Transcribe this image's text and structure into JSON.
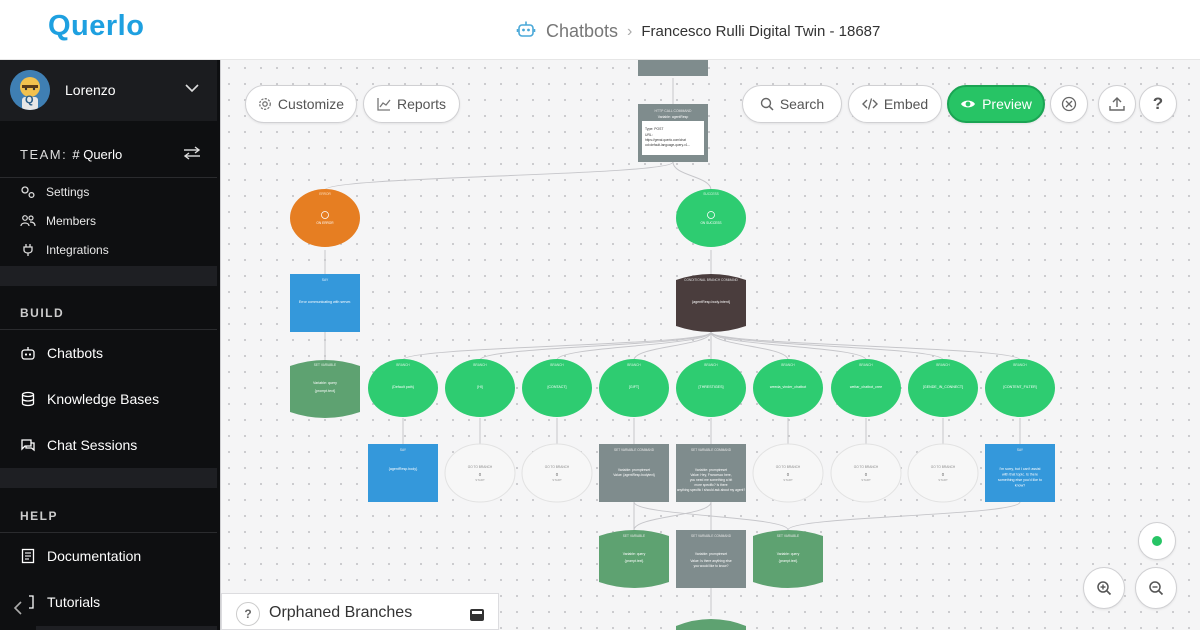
{
  "app": {
    "logo": "Querlo"
  },
  "breadcrumb": {
    "root": "Chatbots",
    "current": "Francesco Rulli Digital Twin - 18687"
  },
  "sidebar": {
    "user": {
      "name": "Lorenzo",
      "avatar_initial": "Q"
    },
    "team": {
      "label": "TEAM:",
      "name": "# Querlo"
    },
    "team_links": [
      {
        "label": "Settings",
        "icon": "gears-icon"
      },
      {
        "label": "Members",
        "icon": "people-icon"
      },
      {
        "label": "Integrations",
        "icon": "plug-icon"
      }
    ],
    "build": {
      "heading": "BUILD",
      "items": [
        {
          "label": "Chatbots",
          "icon": "robot-icon"
        },
        {
          "label": "Knowledge Bases",
          "icon": "database-icon"
        },
        {
          "label": "Chat Sessions",
          "icon": "chat-icon"
        }
      ]
    },
    "help": {
      "heading": "HELP",
      "items": [
        {
          "label": "Documentation",
          "icon": "book-icon"
        },
        {
          "label": "Tutorials",
          "icon": "bracket-icon"
        }
      ]
    }
  },
  "toolbar": {
    "customize": "Customize",
    "reports": "Reports",
    "search": "Search",
    "embed": "Embed",
    "preview": "Preview",
    "help": "?"
  },
  "orphaned": {
    "label": "Orphaned Branches",
    "help": "?"
  },
  "colors": {
    "brand": "#1ea0e0",
    "preview": "#27c465",
    "node_green": "#2ecc71",
    "node_orange": "#e67e22",
    "node_blue": "#3498db",
    "node_gray": "#7f8c8d",
    "node_dark": "#4a3d3d",
    "node_sage": "#5ea271",
    "node_white": "#f7f7f7"
  },
  "flow": {
    "http_node": {
      "header": "HTTP CALL COMMAND",
      "variable": "Variable: agentResp",
      "type_line": "Type: POST",
      "url_label": "URL:",
      "url": "https://genai.querlo.com/chat",
      "url2": "od=default-language-query-v1..."
    },
    "error_circle": {
      "header": "ERROR",
      "caption": "ON ERROR"
    },
    "success_circle": {
      "header": "SUCCESS",
      "caption": "ON SUCCESS"
    },
    "error_say": {
      "header": "SAY",
      "text": "Error communicating with server."
    },
    "dark_node": {
      "header": "CONDITIONAL BRANCH COMMAND",
      "text": "{agentResp.body.intent}"
    },
    "left_store": {
      "header": "SET VARIABLE",
      "l1": "Variable: query",
      "l2": "{prompt.text}"
    },
    "branches": [
      {
        "header": "BRANCH",
        "text": "{Default path}"
      },
      {
        "header": "BRANCH",
        "text": "[HI]"
      },
      {
        "header": "BRANCH",
        "text": "[CONTACT]"
      },
      {
        "header": "BRANCH",
        "text": "[GIFT]"
      },
      {
        "header": "BRANCH",
        "text": "[THRESTIGES]"
      },
      {
        "header": "BRANCH",
        "text": "weeda_vinder_chatbot"
      },
      {
        "header": "BRANCH",
        "text": "weltar_chatbot_cree"
      },
      {
        "header": "BRANCH",
        "text": "[GENDE_IN_CONNECT]"
      },
      {
        "header": "BRANCH",
        "text": "[CONTENT_FILTER]"
      }
    ],
    "row4": [
      {
        "kind": "blue",
        "header": "SAY",
        "text": "{agentResp.body}"
      },
      {
        "kind": "white",
        "header": "GO TO BRANCH",
        "text": "0",
        "sub": "START"
      },
      {
        "kind": "white",
        "header": "GO TO BRANCH",
        "text": "0",
        "sub": "START"
      },
      {
        "kind": "gray",
        "header": "SET VARIABLE COMMAND",
        "text": "Variable: promptreset",
        "sub": "Value: {agentResp.bodytext}"
      },
      {
        "kind": "gray",
        "header": "SET VARIABLE COMMAND",
        "text": "Variable: promptreset",
        "sub": "Value: Hey, Francesco here, you need me something a bit more specific? Is there anything specific I should ask about my agent?"
      },
      {
        "kind": "white",
        "header": "GO TO BRANCH",
        "text": "0",
        "sub": "START"
      },
      {
        "kind": "white",
        "header": "GO TO BRANCH",
        "text": "0",
        "sub": "START"
      },
      {
        "kind": "white",
        "header": "GO TO BRANCH",
        "text": "0",
        "sub": "START"
      },
      {
        "kind": "blue",
        "header": "SAY",
        "text": "I'm sorry, but I can't assist with that topic. Is there something else you'd like to know?"
      }
    ],
    "row5": [
      {
        "kind": "sage",
        "header": "SET VARIABLE",
        "l1": "Variable: query",
        "l2": "{prompt.text}"
      },
      {
        "kind": "gray",
        "header": "SET VARIABLE COMMAND",
        "l1": "Variable: promptreset",
        "l2": "Value: Is there anything else you would like to know?"
      },
      {
        "kind": "sage",
        "header": "SET VARIABLE",
        "l1": "Variable: query",
        "l2": "{prompt.text}"
      }
    ]
  }
}
